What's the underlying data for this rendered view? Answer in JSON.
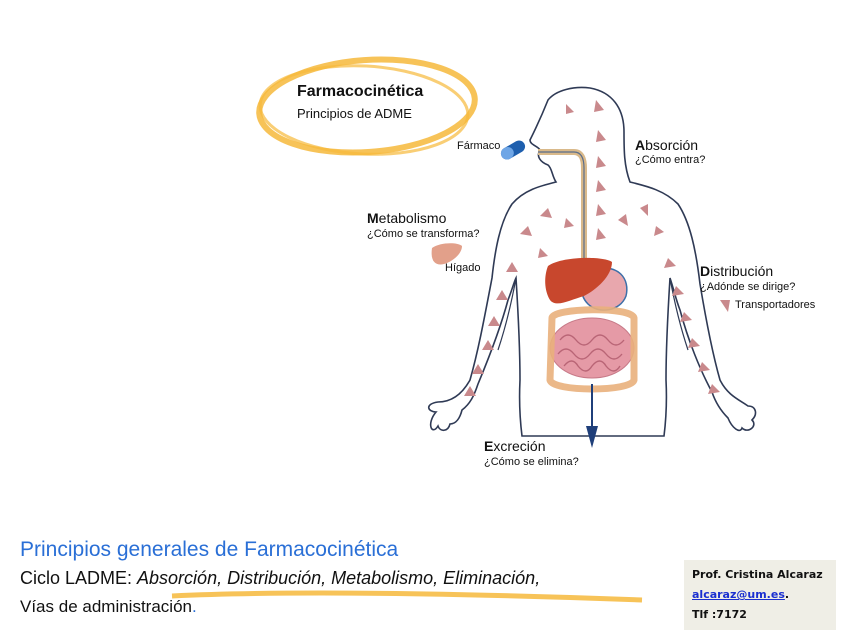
{
  "title": {
    "main": "Farmacocinética",
    "sub": "Principios de ADME"
  },
  "drug_label": "Fármaco",
  "stages": {
    "absorcion": {
      "initial": "A",
      "rest": "bsorción",
      "question": "¿Cómo entra?"
    },
    "metabolismo": {
      "initial": "M",
      "rest": "etabolismo",
      "question": "¿Cómo se transforma?"
    },
    "distribucion": {
      "initial": "D",
      "rest": "istribución",
      "question": "¿Adónde se dirige?"
    },
    "excrecion": {
      "initial": "E",
      "rest": "xcreción",
      "question": "¿Cómo se elimina?"
    }
  },
  "organ_labels": {
    "liver": "Hígado",
    "transporters": "Transportadores"
  },
  "footer": {
    "heading": "Principios generales de Farmacocinética",
    "ladme_prefix": "Ciclo LADME: ",
    "ladme_terms": "Absorción, Distribución, Metabolismo, Eliminación,",
    "vias": "Vías de administración",
    "vias_dot": "."
  },
  "contact": {
    "name": "Prof. Cristina Alcaraz",
    "email": "alcaraz@um.es",
    "email_suffix": ".",
    "phone": "Tlf :7172"
  },
  "colors": {
    "highlight": "#f6b93b",
    "heading_blue": "#2a6fd6",
    "arrow": "#c9898c",
    "liver": "#c8472d",
    "intestine": "#e59aa6",
    "stomach": "#e8a7ad",
    "drug_capsule": "#1e5fae",
    "excretion": "#1f3f7a"
  }
}
